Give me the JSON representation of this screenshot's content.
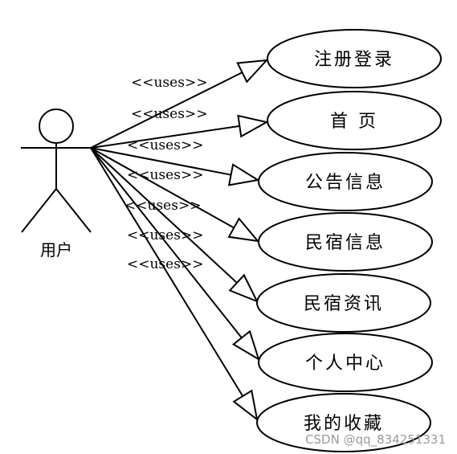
{
  "actor": {
    "label": "用户"
  },
  "relation_label": "<<uses>>",
  "use_cases": [
    {
      "label": "注册登录"
    },
    {
      "label": "首 页"
    },
    {
      "label": "公告信息"
    },
    {
      "label": "民宿信息"
    },
    {
      "label": "民宿资讯"
    },
    {
      "label": "个人中心"
    },
    {
      "label": "我的收藏"
    }
  ],
  "watermark": "CSDN @qq_834251331"
}
